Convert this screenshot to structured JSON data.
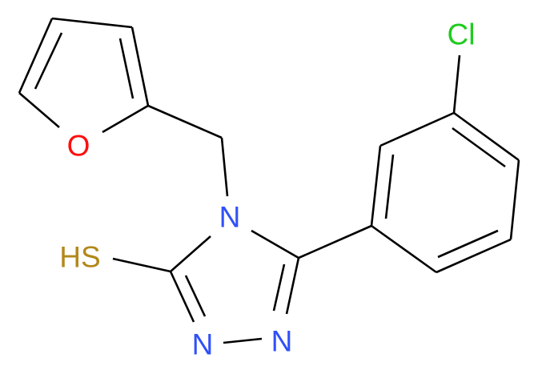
{
  "molecule": {
    "atoms": {
      "oxygen": {
        "label": "O",
        "color": "#ff0d0d"
      },
      "n4": {
        "label": "N",
        "color": "#3050f8"
      },
      "n2": {
        "label": "N",
        "color": "#3050f8"
      },
      "n1": {
        "label": "N",
        "color": "#3050f8"
      },
      "thiol": {
        "label": "HS",
        "color": "#b2881a"
      },
      "chlorine": {
        "label": "Cl",
        "color": "#1fcc1f"
      }
    },
    "bond_color": "#000000"
  }
}
